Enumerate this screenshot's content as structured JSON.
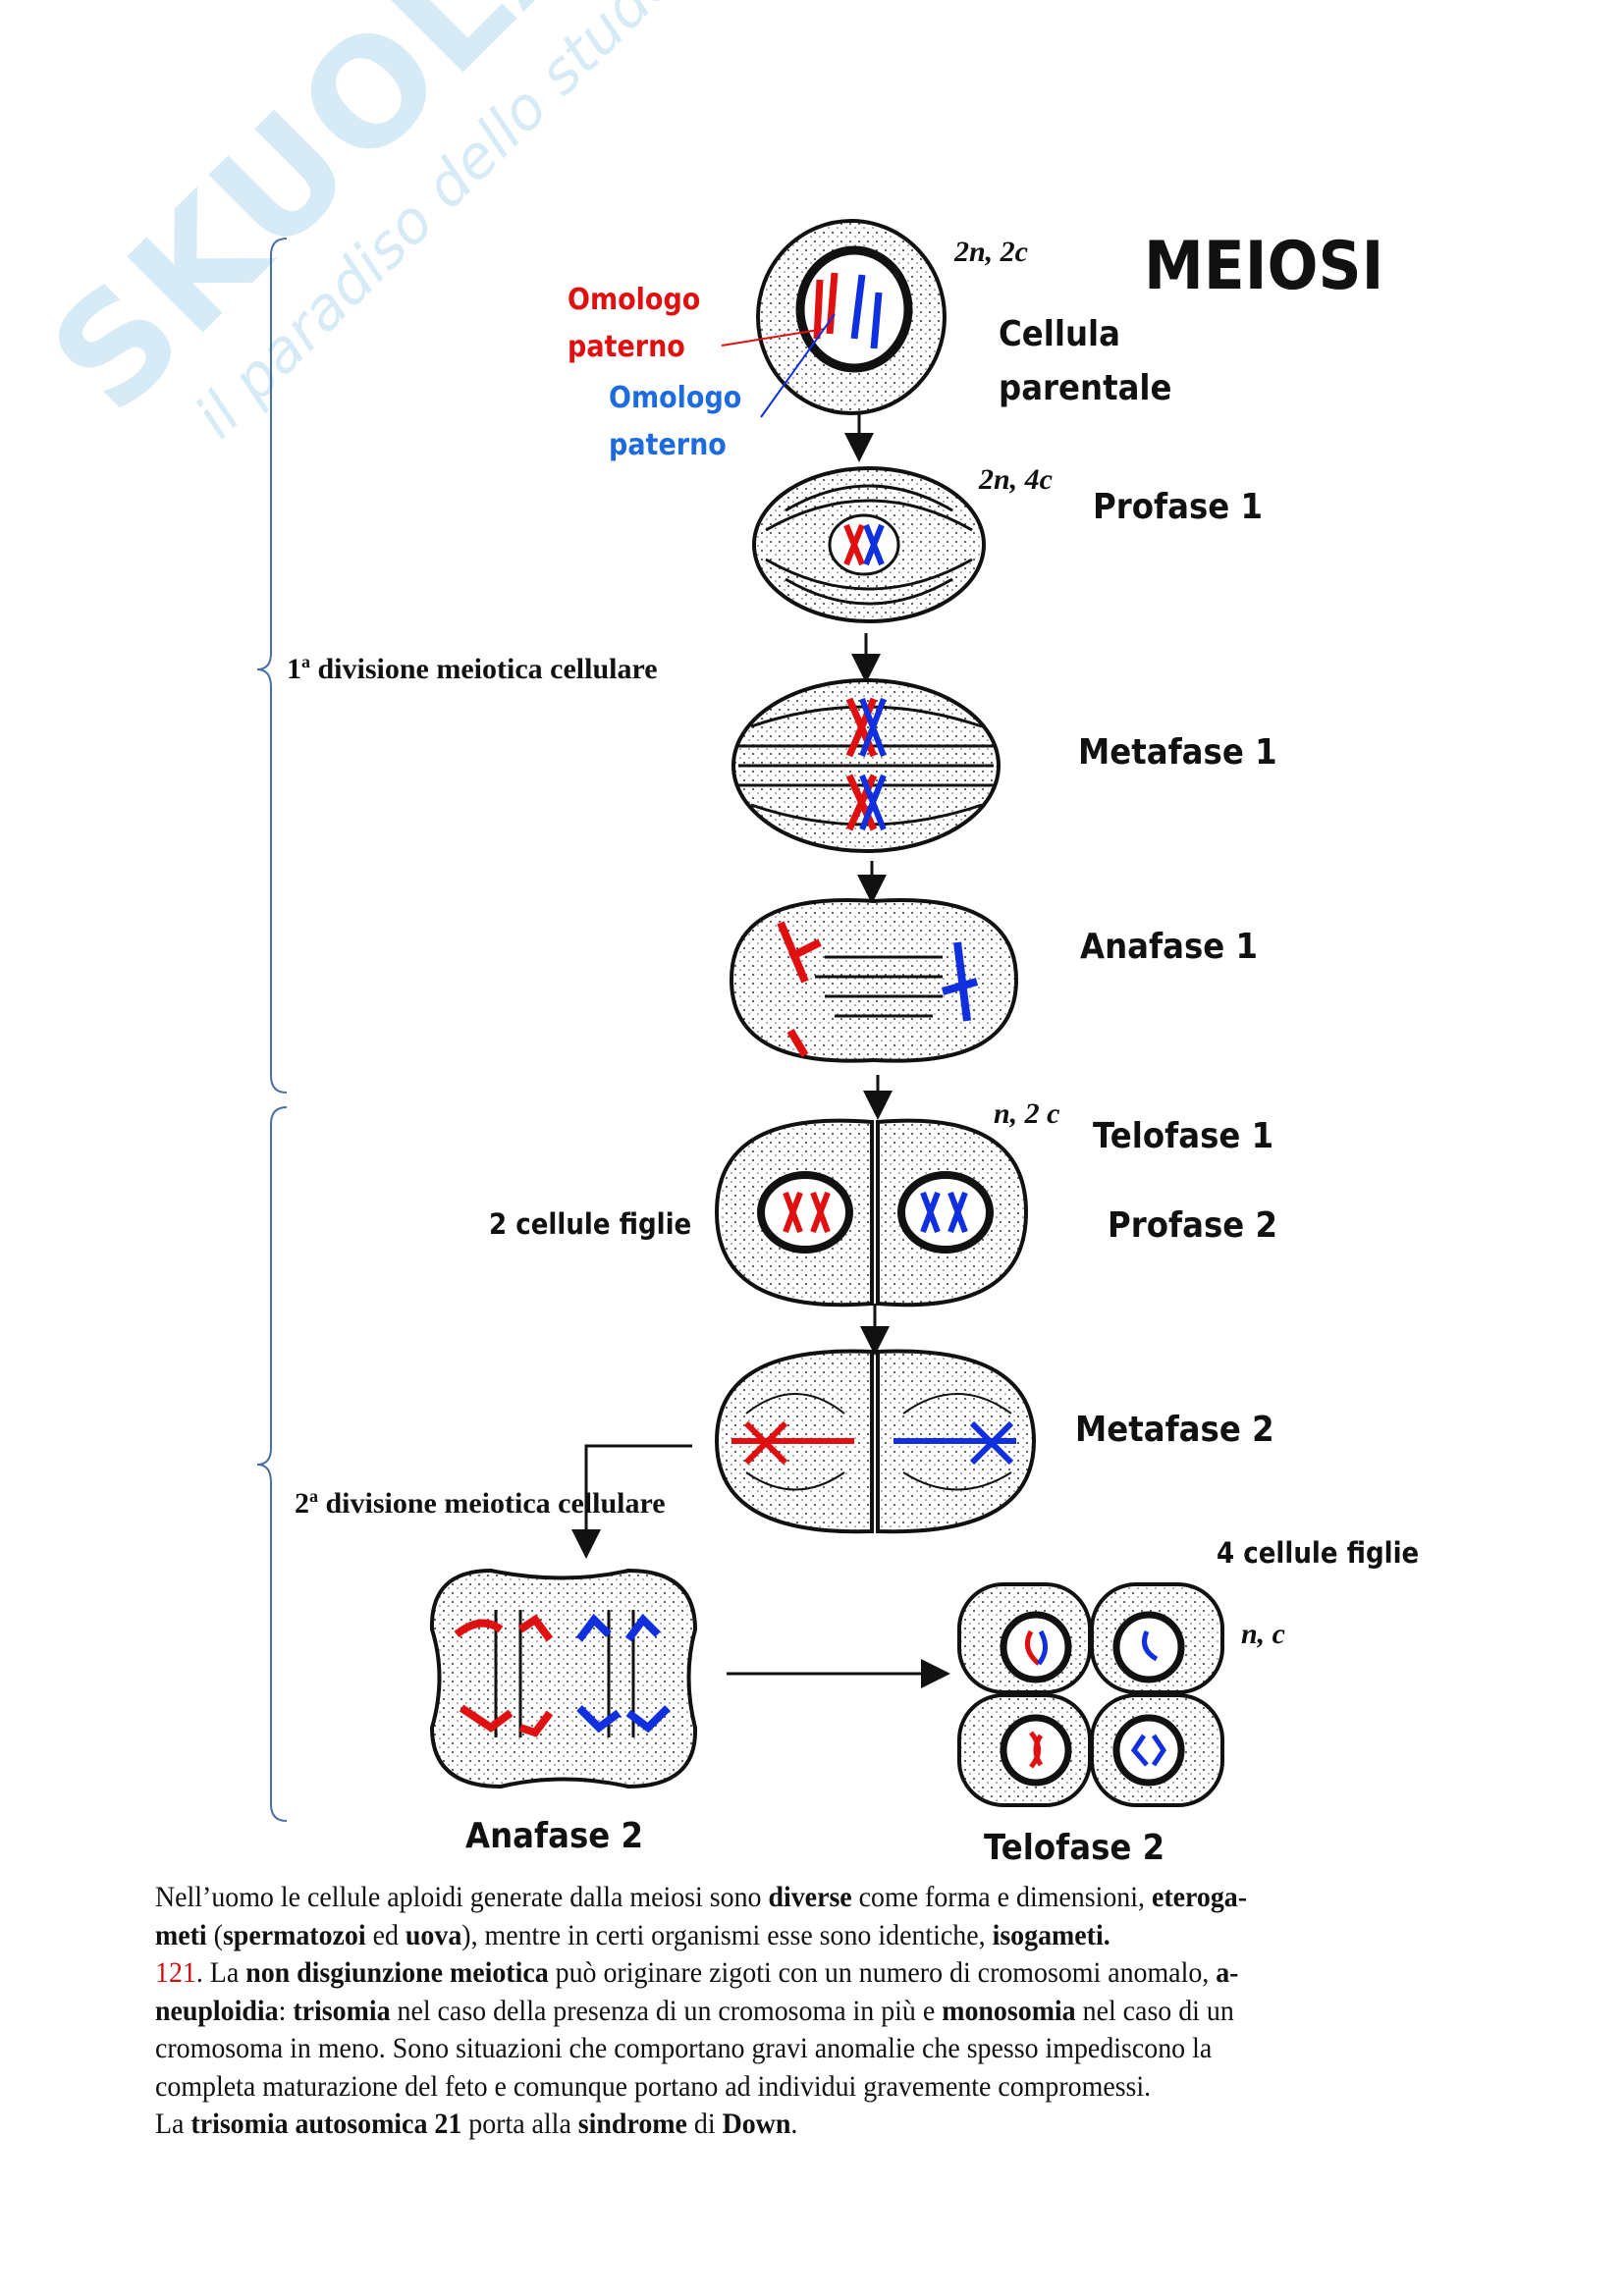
{
  "watermark": {
    "brand": "SKUOLA.net",
    "tagline": "il paradiso dello studente"
  },
  "title": "MEIOSI",
  "colors": {
    "maternal": "#e01010",
    "paternal": "#1030e0",
    "label_red": "#e01010",
    "label_blue": "#1e6be0"
  },
  "annotations": {
    "red_label_1": "Omologo",
    "red_label_2": "paterno",
    "blue_label_1": "Omologo",
    "blue_label_2": "paterno"
  },
  "stages": {
    "parent": {
      "ploidy": "2n, 2c",
      "label_1": "Cellula",
      "label_2": "parentale"
    },
    "profase1": {
      "ploidy": "2n, 4c",
      "label": "Profase 1"
    },
    "metafase1": {
      "label": "Metafase 1"
    },
    "anafase1": {
      "label": "Anafase 1"
    },
    "telofase1": {
      "ploidy": "n, 2 c",
      "label": "Telofase 1",
      "label_2": "Profase 2",
      "side": "2 cellule figlie"
    },
    "metafase2": {
      "label": "Metafase 2"
    },
    "anafase2": {
      "label": "Anafase 2"
    },
    "telofase2": {
      "ploidy": "n, c",
      "label": "Telofase 2",
      "side": "4 cellule figlie"
    }
  },
  "divisions": {
    "first": {
      "num": "1",
      "sup": "a",
      "text": " divisione meiotica cellulare"
    },
    "second": {
      "num": "2",
      "sup": "a",
      "text": " divisione meiotica cellulare"
    }
  },
  "text": {
    "lines": [
      [
        [
          "Nell’uomo le cellule aploidi generate dalla meiosi sono ",
          ""
        ],
        [
          "diverse",
          "b"
        ],
        [
          " come forma e dimensioni, ",
          ""
        ],
        [
          "eteroga-",
          "b"
        ]
      ],
      [
        [
          "meti",
          "b"
        ],
        [
          " (",
          ""
        ],
        [
          "spermatozoi",
          "b"
        ],
        [
          " ed ",
          ""
        ],
        [
          "uova",
          "b"
        ],
        [
          "), mentre in certi organismi esse sono identiche, ",
          ""
        ],
        [
          "isogameti.",
          "b"
        ]
      ],
      [
        [
          "121",
          "red"
        ],
        [
          ". La ",
          ""
        ],
        [
          "non disgiunzione meiotica",
          "b"
        ],
        [
          " può originare zigoti con un numero di cromosomi anomalo, ",
          ""
        ],
        [
          "a-",
          "b"
        ]
      ],
      [
        [
          "neuploidia",
          "b"
        ],
        [
          ": ",
          ""
        ],
        [
          "trisomia",
          "b"
        ],
        [
          " nel caso della presenza di un cromosoma in più e ",
          ""
        ],
        [
          "monosomia",
          "b"
        ],
        [
          " nel caso di un",
          ""
        ]
      ],
      [
        [
          "cromosoma in meno. Sono situazioni che comportano gravi anomalie che spesso impediscono la",
          ""
        ]
      ],
      [
        [
          "completa maturazione del feto e comunque portano ad individui gravemente compromessi.",
          ""
        ]
      ],
      [
        [
          "La ",
          ""
        ],
        [
          "trisomia autosomica 21",
          "b"
        ],
        [
          " porta alla ",
          ""
        ],
        [
          "sindrome",
          "b"
        ],
        [
          " di ",
          ""
        ],
        [
          "Down",
          "b"
        ],
        [
          ".",
          ""
        ]
      ]
    ]
  }
}
